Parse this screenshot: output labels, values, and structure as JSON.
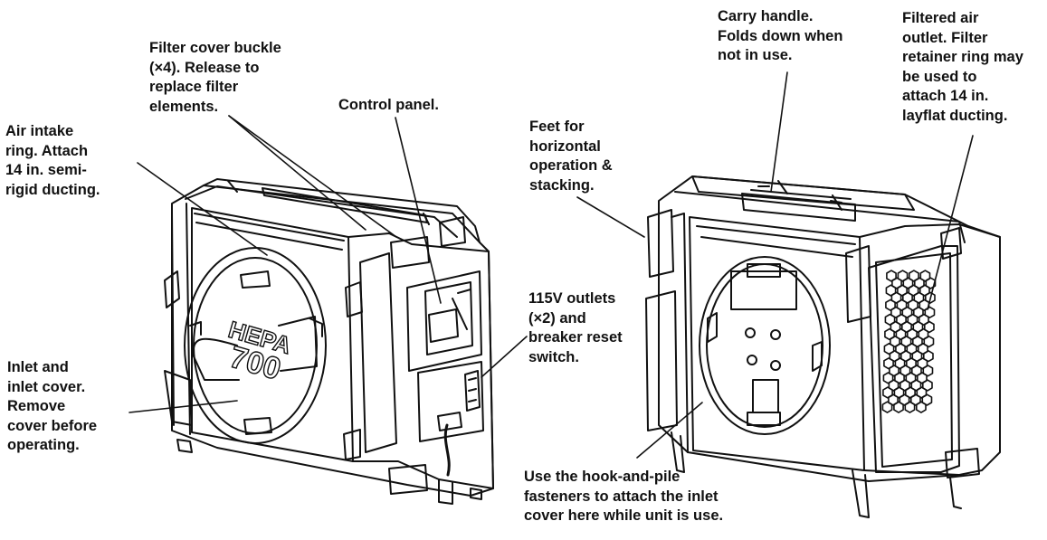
{
  "callouts": {
    "air_intake": "Air intake\nring. Attach\n14 in. semi-\nrigid ducting.",
    "filter_buckle": "Filter cover buckle\n(×4). Release to\nreplace filter\nelements.",
    "control_panel": "Control panel.",
    "inlet_cover": "Inlet and\ninlet cover.\nRemove\ncover before\noperating.",
    "outlets": "115V outlets\n(×2) and\nbreaker reset\nswitch.",
    "feet": "Feet for\nhorizontal\noperation &\nstacking.",
    "carry_handle": "Carry handle.\nFolds down when\nnot in use.",
    "filtered_outlet": "Filtered air\noutlet. Filter\nretainer ring may\nbe used to\nattach 14 in.\nlayflat ducting.",
    "hook_pile": "Use the hook-and-pile\nfasteners to attach the inlet\ncover here while unit is use."
  },
  "unit_logo": {
    "line1": "HEPA",
    "line2": "700"
  }
}
